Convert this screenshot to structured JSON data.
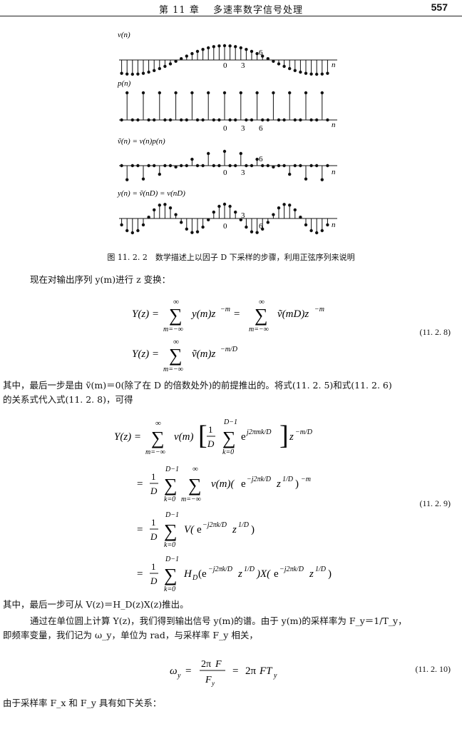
{
  "header": {
    "chapter_title": "第 11 章　 多速率数字信号处理",
    "page_number": "557"
  },
  "figure": {
    "panels": [
      {
        "label": "v(n)",
        "tick_labels": [
          "0",
          "3",
          "6"
        ],
        "axis_end": "n"
      },
      {
        "label": "p(n)",
        "tick_labels": [
          "0",
          "3",
          "6"
        ],
        "axis_end": "n"
      },
      {
        "label": "ṽ(n) = v(n)p(n)",
        "tick_labels": [
          "0",
          "3",
          "6"
        ],
        "axis_end": "n"
      },
      {
        "label": "y(n) = ṽ(nD) = v(nD)",
        "tick_labels": [
          "0",
          "3",
          "6"
        ],
        "axis_end": "n"
      }
    ],
    "caption": "图 11. 2. 2　数学描述上以因子 D 下采样的步骤，利用正弦序列来说明"
  },
  "text": {
    "p1": "现在对输出序列 y(m)进行 z 变换：",
    "p2a": "其中，最后一步是由 ṽ(m)＝0(除了在 D 的倍数处外)的前提推出的。将式(11. 2. 5)和式(11. 2. 6)",
    "p2b": "的关系式代入式(11. 2. 8)，可得",
    "p3": "其中，最后一步可从 V(z)＝H_D(z)X(z)推出。",
    "p4a": "通过在单位圆上计算 Y(z)，我们得到输出信号 y(m)的谱。由于 y(m)的采样率为 F_y＝1/T_y，",
    "p4b": "即频率变量，我们记为 ω_y，单位为 rad，与采样率 F_y 相关，",
    "p5": "由于采样率 F_x 和 F_y 具有如下关系："
  },
  "equations": {
    "eq_11_2_8_number": "(11. 2. 8)",
    "eq_11_2_8_line1": "Y(z) = Σ_{m=-∞}^{∞} y(m)z^{-m} = Σ_{m=-∞}^{∞} ṽ(mD)z^{-m}",
    "eq_11_2_8_line2": "Y(z) = Σ_{m=-∞}^{∞} ṽ(m)z^{-m/D}",
    "eq_11_2_9_number": "(11. 2. 9)",
    "eq_11_2_9_line1": "Y(z) = Σ v(m) [ (1/D) Σ_{k=0}^{D-1} e^{j2πmk/D} ] z^{-m/D}",
    "eq_11_2_9_line2": "= (1/D) Σ_{k=0}^{D-1} Σ_{m=-∞}^{∞} v(m)(e^{-j2πk/D} z^{1/D})^{-m}",
    "eq_11_2_9_line3": "= (1/D) Σ_{k=0}^{D-1} V(e^{-j2πk/D} z^{1/D})",
    "eq_11_2_9_line4": "= (1/D) Σ_{k=0}^{D-1} H_D(e^{-j2πk/D} z^{1/D}) X(e^{-j2πk/D} z^{1/D})",
    "eq_11_2_10_number": "(11. 2. 10)",
    "eq_11_2_10": "ω_y = 2πF / F_y = 2πFT_y"
  },
  "colors": {
    "ink": "#111111",
    "rule": "#222222"
  }
}
